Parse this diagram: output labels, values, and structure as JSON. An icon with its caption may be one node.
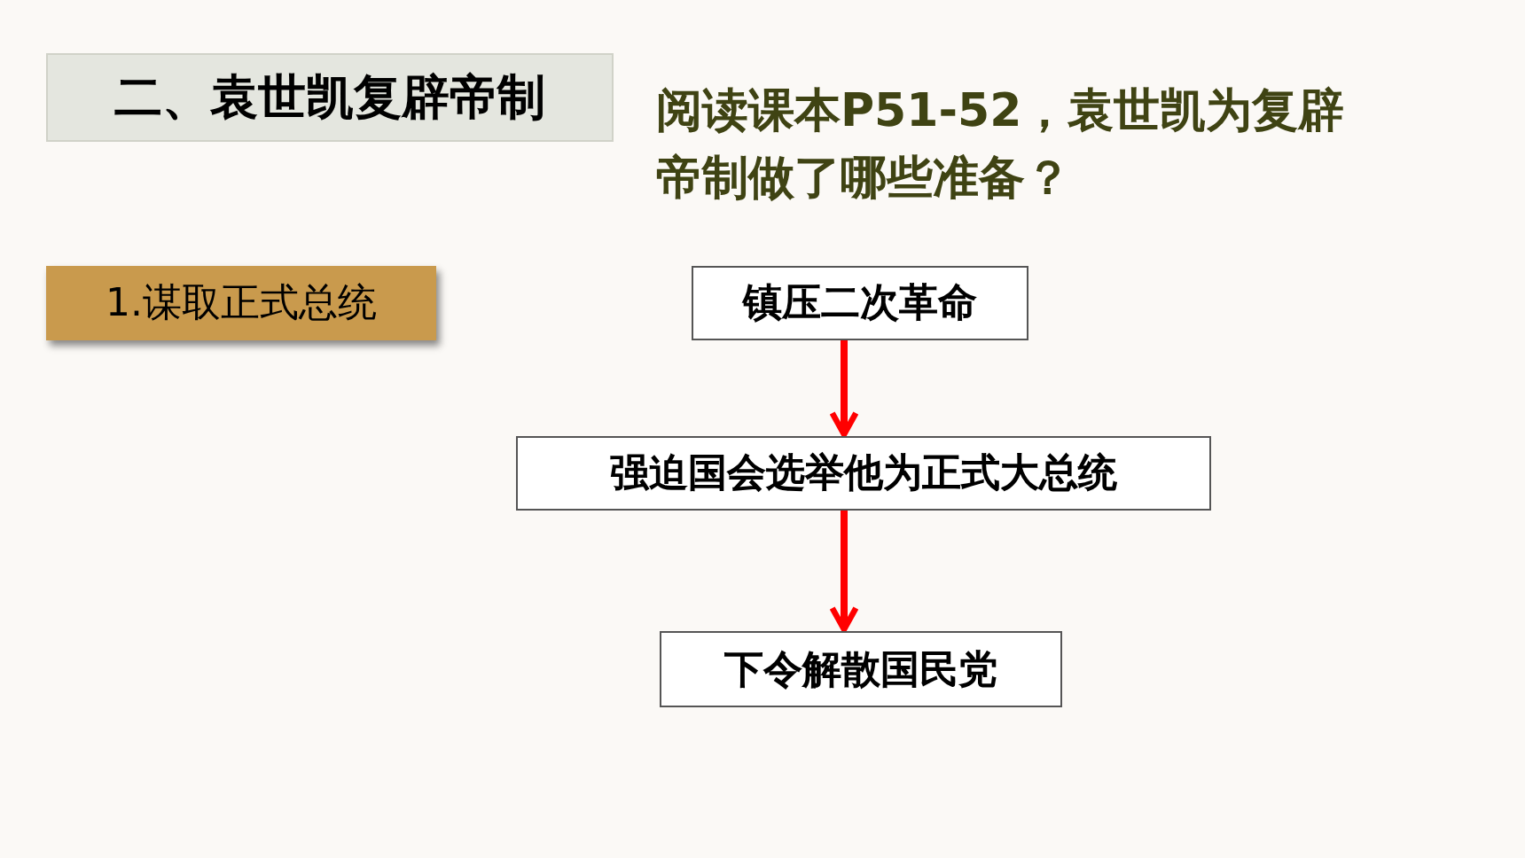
{
  "diagram": {
    "title": "二、袁世凯复辟帝制",
    "nodes": [
      {
        "text": [
          "1.谋取正式总统"
        ]
      },
      {
        "text": [
          "镇压二次革命"
        ]
      },
      {
        "text": [
          "强迫国会选举他为正式大总统"
        ]
      },
      {
        "text": [
          "下令解散国民党"
        ]
      }
    ],
    "edges": [
      {
        "from": 1,
        "to": 2,
        "arrow": "to"
      },
      {
        "from": 2,
        "to": 3,
        "arrow": "to"
      }
    ],
    "labels": [
      "阅读课本P51-52，袁世凯为复辟帝制做了哪些准备？"
    ]
  }
}
